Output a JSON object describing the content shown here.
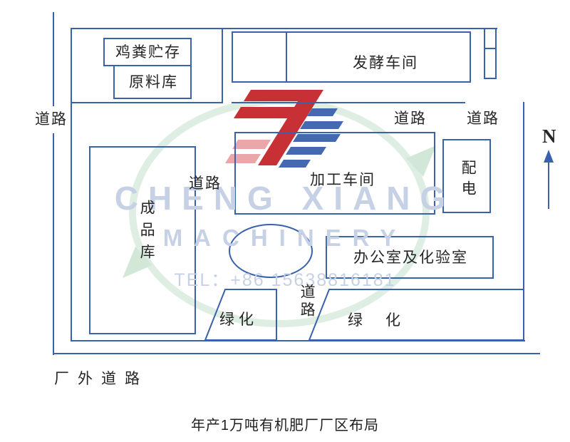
{
  "diagram": {
    "title": "年产1万吨有机肥厂厂区布局",
    "north": "N",
    "roads": {
      "outer_left": "道路",
      "upper_mid": "道路",
      "upper_right": "道路",
      "inner_left": "道路",
      "inner_south": "道路",
      "outer_bottom": "厂外道路"
    },
    "buildings": {
      "chicken_manure_storage": "鸡粪贮存",
      "raw_material_warehouse": "原料库",
      "fermentation_workshop": "发酵车间",
      "processing_workshop": "加工车间",
      "power_distribution": "配电",
      "finished_product_warehouse": "成品库",
      "office_lab": "办公室及化验室",
      "green_area_left": "绿化",
      "green_area_right": "绿化"
    },
    "watermark": {
      "brand_line1": "CHENG XIANG",
      "brand_line2": "MACHINERY",
      "phone": "TEL：+86 15638816181"
    },
    "colors": {
      "line_blue": "#3a61ac",
      "text_dark": "#262626",
      "watermark_text": "#c7d1e5",
      "watermark_green": "#dfeee3",
      "logo_red": "#c5262c"
    }
  }
}
